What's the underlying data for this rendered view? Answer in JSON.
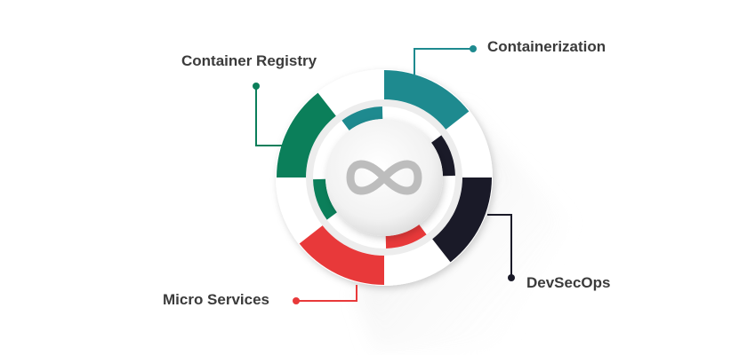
{
  "labels": {
    "containerization": "Containerization",
    "container_registry": "Container Registry",
    "devsecops": "DevSecOps",
    "micro_services": "Micro Services"
  },
  "colors": {
    "containerization": "#1e8a8f",
    "container_registry": "#0b7f5a",
    "devsecops": "#1a1a28",
    "micro_services": "#e8393a",
    "center_icon": "#bdbdbd"
  },
  "center_icon": "infinity-icon"
}
